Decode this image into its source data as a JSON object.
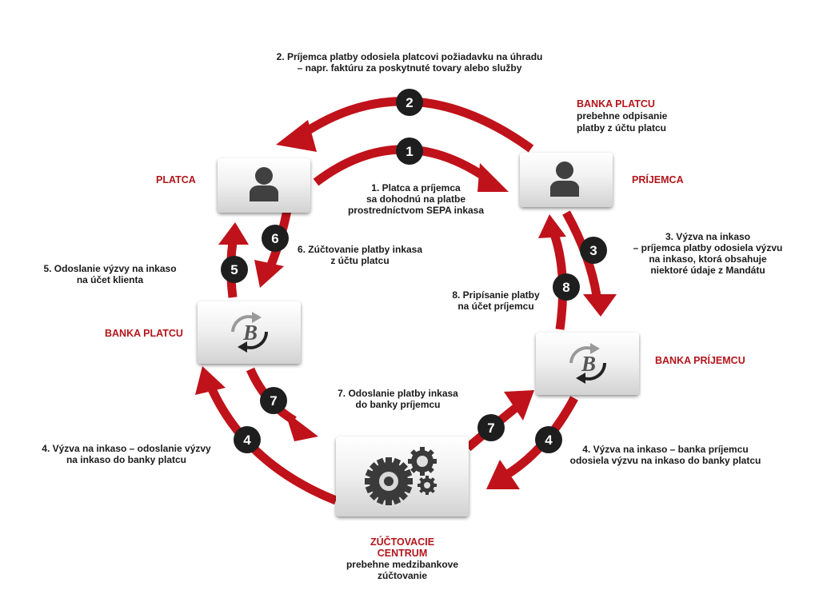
{
  "nodes": {
    "platca": "PLATCA",
    "prijemca": "PRÍJEMCA",
    "banka_platcu": "BANKA PLATCU",
    "banka_prijemcu": "BANKA PRÍJEMCU",
    "banka_platcu_note": {
      "title": "BANKA PLATCU",
      "line1": "prebehne odpisanie",
      "line2": "platby z účtu platcu"
    },
    "centrum": {
      "line1": "ZÚČTOVACIE",
      "line2": "CENTRUM",
      "line3": "prebehne medzibankove",
      "line4": "zúčtovanie"
    }
  },
  "bank_icon_letter": "B",
  "icons": {
    "person": "person-icon",
    "bank": "bank-refresh-icon",
    "gears": "gears-icon"
  },
  "colors": {
    "arrow": "#c0121a",
    "step_badge": "#1e1e1e",
    "label_red": "#b3151b"
  },
  "steps": {
    "s1": {
      "num": "1",
      "line1": "1. Platca a príjemca",
      "line2": "sa dohodnú na platbe",
      "line3": "prostredníctvom SEPA inkasa"
    },
    "s2": {
      "num": "2",
      "line1": "2. Príjemca platby odosiela platcovi požiadavku na úhradu",
      "line2": "– napr. faktúru za poskytnuté tovary alebo služby"
    },
    "s3": {
      "num": "3",
      "line1": "3. Výzva na inkaso",
      "line2": "– príjemca platby odosiela výzvu",
      "line3": "na inkaso, ktorá obsahuje",
      "line4": "niektoré údaje z Mandátu"
    },
    "s4_left": {
      "num": "4",
      "line1": "4. Výzva na inkaso – odoslanie výzvy",
      "line2": "na inkaso do banky platcu"
    },
    "s4_right": {
      "num": "4",
      "line1": "4. Výzva na inkaso – banka príjemcu",
      "line2": "odosiela výzvu na inkaso do banky platcu"
    },
    "s5": {
      "num": "5",
      "line1": "5. Odoslanie výzvy na inkaso",
      "line2": "na účet klienta"
    },
    "s6": {
      "num": "6",
      "line1": "6. Zúčtovanie platby inkasa",
      "line2": "z účtu platcu"
    },
    "s7_left": {
      "num": "7",
      "line1": "7. Odoslanie platby inkasa",
      "line2": "do banky príjemcu"
    },
    "s7_right": {
      "num": "7"
    },
    "s8": {
      "num": "8",
      "line1": "8. Pripísanie platby",
      "line2": "na účet príjemcu"
    }
  }
}
